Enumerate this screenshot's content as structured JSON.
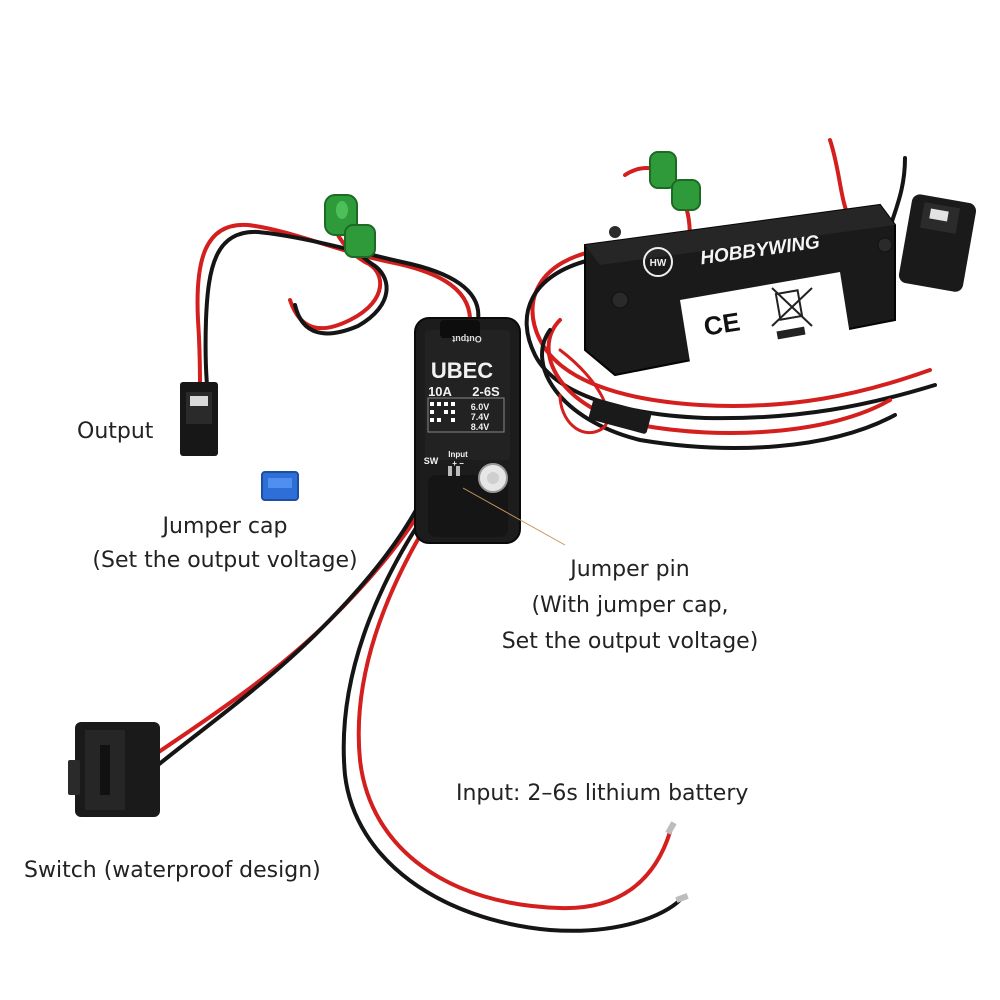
{
  "labels": {
    "output": "Output",
    "jumper_cap_line1": "Jumper cap",
    "jumper_cap_line2": "(Set the output voltage)",
    "jumper_pin_line1": "Jumper pin",
    "jumper_pin_line2": "(With jumper cap,",
    "jumper_pin_line3": "Set the output voltage)",
    "input": "Input: 2–6s lithium battery",
    "switch": "Switch (waterproof design)"
  },
  "ubec": {
    "output_text": "Output",
    "brand": "UBEC",
    "rating": "10A",
    "cells": "2-6S",
    "voltage_1": "6.0V",
    "voltage_2": "7.4V",
    "voltage_3": "8.4V",
    "sw_text": "SW",
    "input_text": "Input",
    "plus_minus": "+ −"
  },
  "product": {
    "brand": "HOBBYWING",
    "logo_mark": "HW",
    "ce": "CE"
  },
  "colors": {
    "background": "#ffffff",
    "red_wire": "#d41f1f",
    "black_wire": "#151515",
    "module_body": "#1c1c1c",
    "green_clip": "#2e9a3a",
    "jumper_blue": "#2d6fd6",
    "text": "#222222"
  }
}
